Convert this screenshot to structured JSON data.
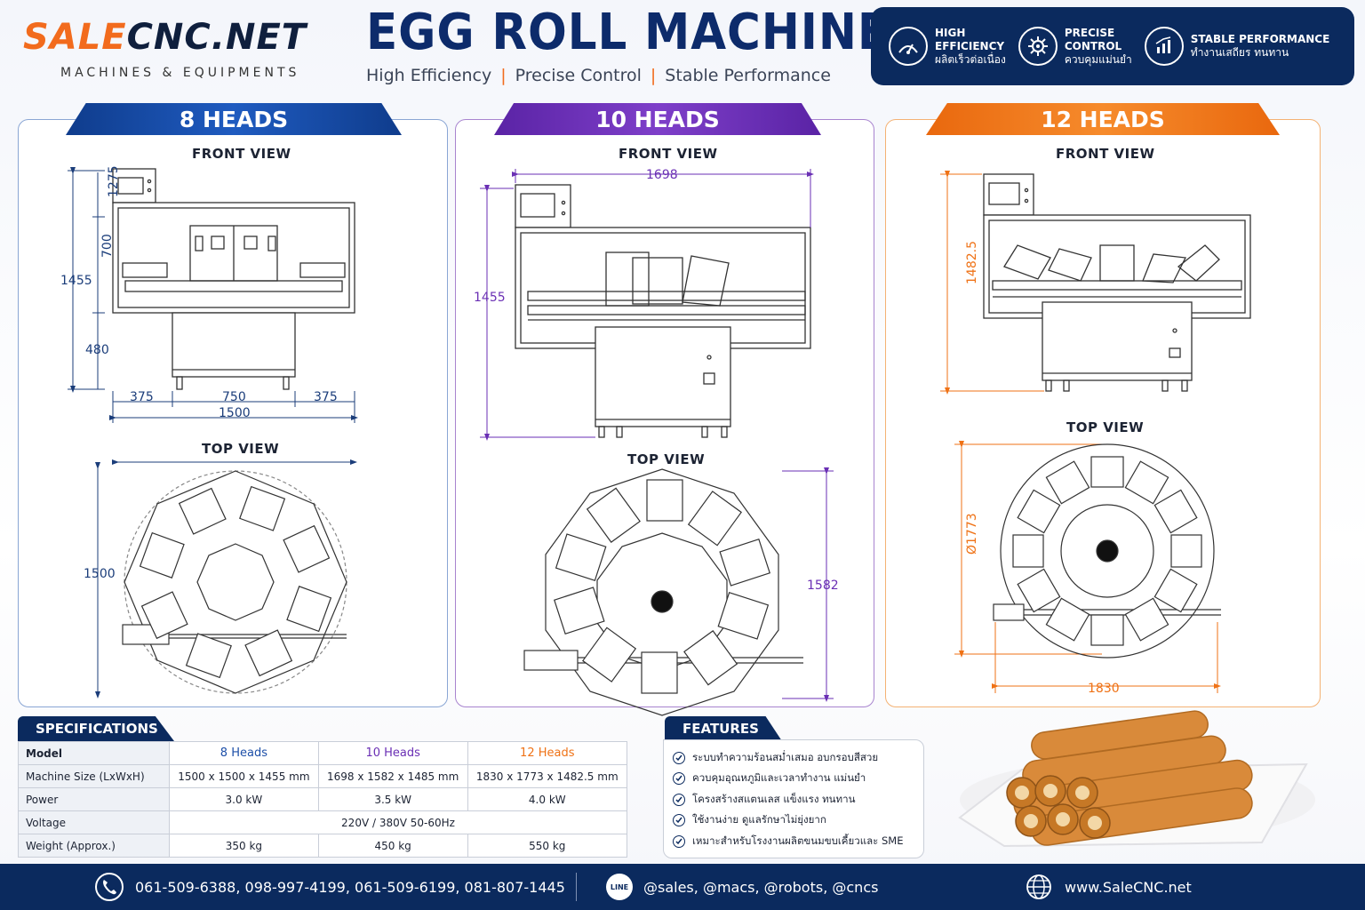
{
  "brand": {
    "logo_sale": "SALE",
    "logo_cnc": "CNC.NET",
    "tagline": "MACHINES & EQUIPMENTS"
  },
  "header": {
    "title": "EGG ROLL MACHINE",
    "sub1": "High Efficiency",
    "sub2": "Precise Control",
    "sub3": "Stable Performance",
    "sep": "|"
  },
  "badges": [
    {
      "en1": "HIGH",
      "en2": "EFFICIENCY",
      "th": "ผลิตเร็วต่อเนื่อง",
      "icon": "high-efficiency-icon"
    },
    {
      "en1": "PRECISE",
      "en2": "CONTROL",
      "th": "ควบคุมแม่นยำ",
      "icon": "precise-control-icon"
    },
    {
      "en1": "STABLE PERFORMANCE",
      "en2": "",
      "th": "ทำงานเสถียร ทนทาน",
      "icon": "stable-performance-icon"
    }
  ],
  "panels": [
    {
      "title": "8 HEADS",
      "front_label": "FRONT VIEW",
      "top_label": "TOP VIEW",
      "dims": {
        "h_total": "1455",
        "h_top": "1275",
        "h_mid": "700",
        "h_base": "480",
        "w_left": "375",
        "w_mid": "750",
        "w_right": "375",
        "w_total": "1500",
        "top_size": "1500"
      }
    },
    {
      "title": "10 HEADS",
      "front_label": "FRONT VIEW",
      "top_label": "TOP VIEW",
      "dims": {
        "w_total": "1698",
        "h_total": "1455",
        "top_size": "1582"
      }
    },
    {
      "title": "12 HEADS",
      "front_label": "FRONT VIEW",
      "top_label": "TOP VIEW",
      "dims": {
        "h_total": "1482.5",
        "diameter": "Ø1773",
        "w_total": "1830"
      }
    }
  ],
  "specs": {
    "header": "SPECIFICATIONS",
    "columns": [
      "Model",
      "8 Heads",
      "10 Heads",
      "12 Heads"
    ],
    "rows": [
      {
        "label": "Machine Size (LxWxH)",
        "v8": "1500 x 1500 x 1455 mm",
        "v10": "1698 x 1582 x 1485 mm",
        "v12": "1830 x 1773 x 1482.5 mm"
      },
      {
        "label": "Power",
        "v8": "3.0 kW",
        "v10": "3.5 kW",
        "v12": "4.0 kW"
      },
      {
        "label": "Voltage",
        "all": "220V / 380V  50-60Hz"
      },
      {
        "label": "Weight (Approx.)",
        "v8": "350 kg",
        "v10": "450 kg",
        "v12": "550 kg"
      }
    ],
    "colors": {
      "c8": "#1d4fa8",
      "c10": "#6a2fb4",
      "c12": "#ef7216"
    }
  },
  "features": {
    "header": "FEATURES",
    "items": [
      "ระบบทำความร้อนสม่ำเสมอ อบกรอบสีสวย",
      "ควบคุมอุณหภูมิและเวลาทำงาน แม่นยำ",
      "โครงสร้างสแตนเลส แข็งแรง ทนทาน",
      "ใช้งานง่าย ดูแลรักษาไม่ยุ่งยาก",
      "เหมาะสำหรับโรงงานผลิตขนมขบเคี้ยวและ SME"
    ]
  },
  "footer": {
    "phones": "061-509-6388, 098-997-4199, 061-509-6199, 081-807-1445",
    "line_label": "LINE",
    "line": "@sales, @macs, @robots, @cncs",
    "web": "www.SaleCNC.net"
  },
  "palette": {
    "navy": "#0b2a5e",
    "orange": "#f26b1d",
    "blue": "#1d4fa8",
    "purple": "#6a2fb4"
  }
}
